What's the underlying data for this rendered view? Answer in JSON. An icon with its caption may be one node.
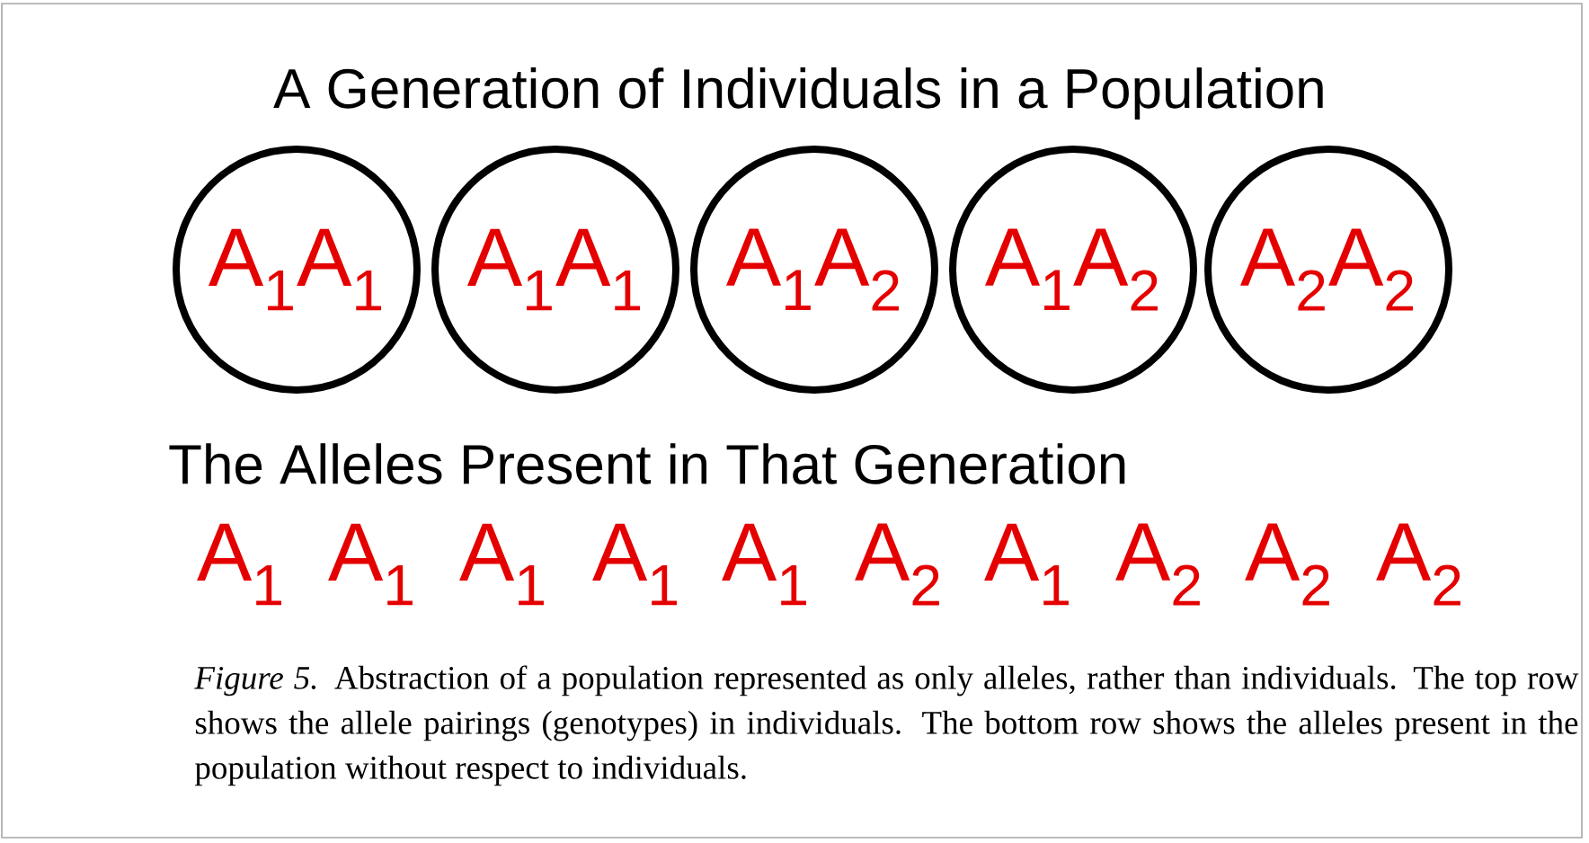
{
  "diagram": {
    "title": "A Generation of Individuals in a Population",
    "nodes": [
      {
        "text": [
          "A$_{1}$A$_{1}$"
        ]
      },
      {
        "text": [
          "A$_{1}$A$_{1}$"
        ]
      },
      {
        "text": [
          "A$_{1}$A$_{2}$"
        ]
      },
      {
        "text": [
          "A$_{1}$A$_{2}$"
        ]
      },
      {
        "text": [
          "A$_{2}$A$_{2}$"
        ]
      }
    ],
    "labels": [
      "The Alleles Present in That Generation",
      "A$_{1}$",
      "A$_{1}$",
      "A$_{1}$",
      "A$_{1}$",
      "A$_{1}$",
      "A$_{2}$",
      "A$_{1}$",
      "A$_{2}$",
      "A$_{2}$",
      "A$_{2}$"
    ],
    "caption": "*Figure 5.* Abstraction of a population represented as only alleles, rather than individuals. The top row shows the allele pairings (genotypes) in individuals. The bottom row shows the alleles present in the population without respect to individuals."
  }
}
